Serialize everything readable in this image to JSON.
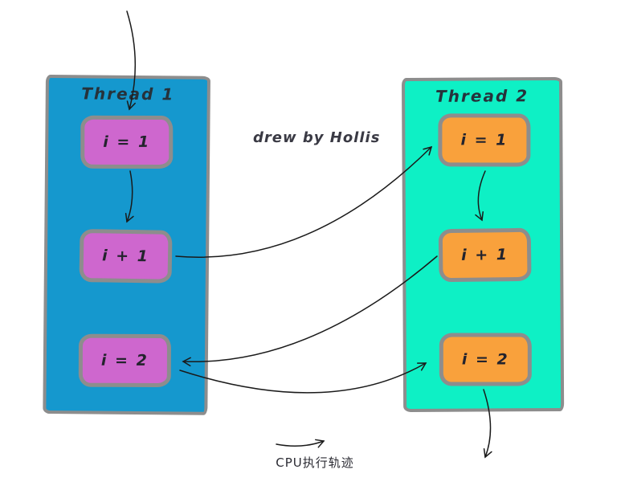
{
  "diagram": {
    "credit": "drew by Hollis",
    "legend_label": "CPU执行轨迹"
  },
  "threads": [
    {
      "title": "Thread 1",
      "steps": [
        "i = 1",
        "i + 1",
        "i = 2"
      ]
    },
    {
      "title": "Thread 2",
      "steps": [
        "i = 1",
        "i + 1",
        "i = 2"
      ]
    }
  ],
  "edges": [
    {
      "from": "entry",
      "to": "thread1:i = 1"
    },
    {
      "from": "thread1:i = 1",
      "to": "thread1:i + 1"
    },
    {
      "from": "thread1:i + 1",
      "to": "thread2:i = 1"
    },
    {
      "from": "thread2:i = 1",
      "to": "thread2:i + 1"
    },
    {
      "from": "thread2:i + 1",
      "to": "thread1:i = 2"
    },
    {
      "from": "thread1:i = 2",
      "to": "thread2:i = 2"
    },
    {
      "from": "thread2:i = 2",
      "to": "exit"
    }
  ],
  "execution_order": [
    "thread1:i = 1",
    "thread1:i + 1",
    "thread2:i = 1",
    "thread2:i + 1",
    "thread1:i = 2",
    "thread2:i = 2"
  ],
  "colors": {
    "thread1_bg": "#1598CE",
    "thread2_bg": "#0EF0C5",
    "thread1_step_bg": "#CE67CE",
    "thread2_step_bg": "#F9A13C",
    "outline": "#8D8D8D",
    "arrow": "#1A1A1A",
    "ink": "#26323B"
  }
}
